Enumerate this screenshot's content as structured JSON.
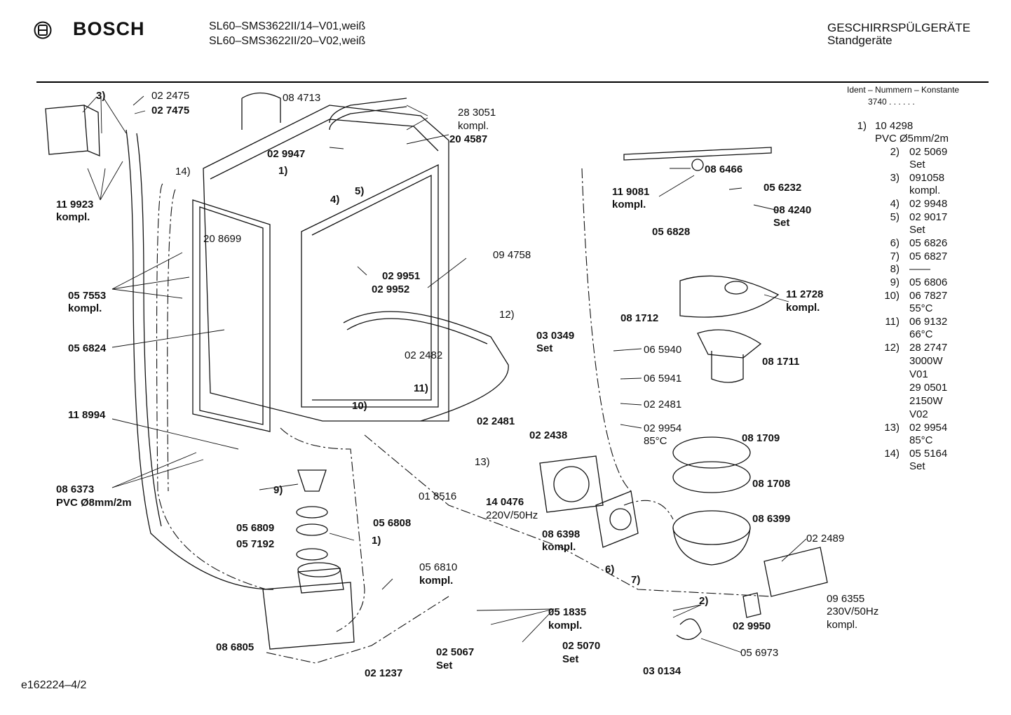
{
  "header": {
    "brand": "BOSCH",
    "models": [
      "SL60–SMS3622II/14–V01,weiß",
      "SL60–SMS3622II/20–V02,weiß"
    ],
    "category": "GESCHIRRSPÜLGERÄTE",
    "subcategory": "Standgeräte"
  },
  "ident": {
    "title": "Ident – Nummern – Konstante",
    "value": "3740  .  .  .  .  .  ."
  },
  "legend": [
    {
      "num": "1)",
      "lines": [
        "10 4298"
      ]
    },
    {
      "num": "",
      "lines": [
        "PVC  Ø5mm/2m"
      ]
    },
    {
      "num": "2)",
      "lines": [
        "02 5069",
        "Set"
      ]
    },
    {
      "num": "3)",
      "lines": [
        "091058",
        "kompl."
      ]
    },
    {
      "num": "4)",
      "lines": [
        "02 9948"
      ]
    },
    {
      "num": "5)",
      "lines": [
        "02 9017",
        "Set"
      ]
    },
    {
      "num": "6)",
      "lines": [
        "05 6826"
      ]
    },
    {
      "num": "7)",
      "lines": [
        "05 6827"
      ]
    },
    {
      "num": "8)",
      "lines": [
        "——"
      ]
    },
    {
      "num": "9)",
      "lines": [
        "05 6806"
      ]
    },
    {
      "num": "10)",
      "lines": [
        "06 7827",
        "55°C"
      ]
    },
    {
      "num": "11)",
      "lines": [
        "06 9132",
        "66°C"
      ]
    },
    {
      "num": "12)",
      "lines": [
        "28 2747",
        "3000W",
        "V01",
        "29 0501",
        "2150W",
        "V02"
      ]
    },
    {
      "num": "13)",
      "lines": [
        "02 9954",
        "85°C"
      ]
    },
    {
      "num": "14)",
      "lines": [
        "05 5164",
        "Set"
      ]
    }
  ],
  "labels": {
    "l_3": "3)",
    "l_022475": "02 2475",
    "l_027475": "02 7475",
    "l_084713": "08 4713",
    "l_283051": "28 3051",
    "l_283051k": "kompl.",
    "l_029947": "02 9947",
    "l_204587": "20 4587",
    "l_14": "14)",
    "l_1a": "1)",
    "l_4": "4)",
    "l_5": "5)",
    "l_119923": "11 9923",
    "l_119923k": "kompl.",
    "l_208699": "20 8699",
    "l_029951": "02 9951",
    "l_029952": "02 9952",
    "l_094758": "09 4758",
    "l_057553": "05 7553",
    "l_057553k": "kompl.",
    "l_056824": "05 6824",
    "l_12": "12)",
    "l_022482": "02 2482",
    "l_11": "11)",
    "l_10": "10)",
    "l_118994": "11 8994",
    "l_022481a": "02 2481",
    "l_13": "13)",
    "l_086373": "08 6373",
    "l_086373b": "PVC Ø8mm/2m",
    "l_018516": "01 8516",
    "l_9": "9)",
    "l_056809": "05 6809",
    "l_056808": "05 6808",
    "l_057192": "05 7192",
    "l_1b": "1)",
    "l_056810": "05 6810",
    "l_056810k": "kompl.",
    "l_086805": "08 6805",
    "l_021237": "02 1237",
    "l_025067": "02 5067",
    "l_025067s": "Set",
    "l_051835": "05 1835",
    "l_051835k": "kompl.",
    "l_025070": "02 5070",
    "l_025070s": "Set",
    "l_030349": "03 0349",
    "l_030349s": "Set",
    "l_022438": "02 2438",
    "l_140476": "14 0476",
    "l_140476b": "220V/50Hz",
    "l_086398": "08 6398",
    "l_086398k": "kompl.",
    "l_6": "6)",
    "l_7": "7)",
    "l_086466": "08 6466",
    "l_056232": "05 6232",
    "l_119081": "11 9081",
    "l_119081k": "kompl.",
    "l_084240": "08 4240",
    "l_084240s": "Set",
    "l_056828": "05 6828",
    "l_112728": "11 2728",
    "l_112728k": "kompl.",
    "l_081712": "08 1712",
    "l_065940": "06 5940",
    "l_081711": "08 1711",
    "l_065941": "06 5941",
    "l_022481b": "02 2481",
    "l_029954": "02 9954",
    "l_029954b": "85°C",
    "l_081709": "08 1709",
    "l_081708": "08 1708",
    "l_086399": "08 6399",
    "l_022489": "02 2489",
    "l_2": "2)",
    "l_029950": "02 9950",
    "l_096355": "09 6355",
    "l_096355b": "230V/50Hz",
    "l_096355k": "kompl.",
    "l_030134": "03 0134",
    "l_056973": "05 6973"
  },
  "footer": {
    "code": "e162224–4/2"
  }
}
